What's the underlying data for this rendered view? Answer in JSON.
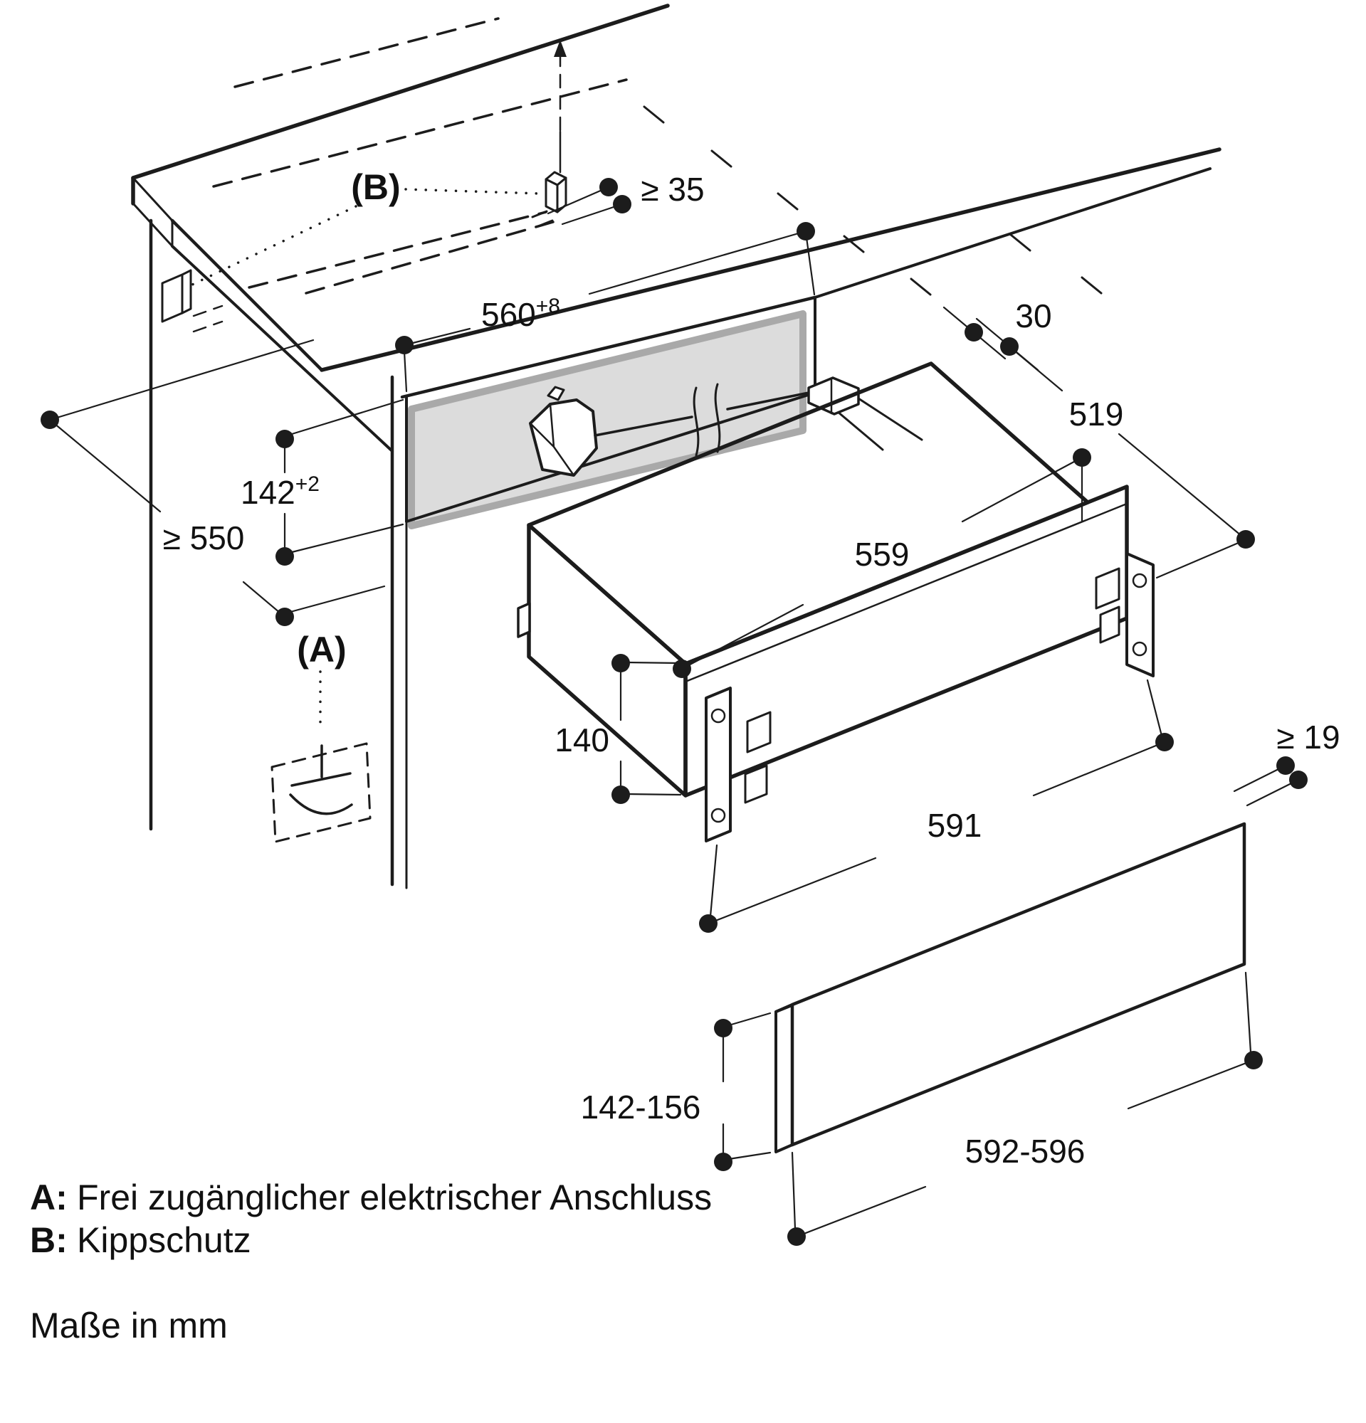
{
  "diagram": {
    "callout_a": "(A)",
    "callout_b": "(B)",
    "dims": {
      "top_clearance": "≥ 35",
      "niche_width": "560",
      "niche_width_tol": "+8",
      "right_gap": "30",
      "unit_depth": "519",
      "niche_height": "142",
      "niche_height_tol": "+2",
      "min_depth": "≥ 550",
      "unit_width": "559",
      "unit_height": "140",
      "unit_front_width": "591",
      "front_min_thickness": "≥ 19",
      "front_height": "142-156",
      "front_width": "592-596"
    },
    "legend": {
      "a_key": "A:",
      "a_text": "Frei zugänglicher elektrischer Anschluss",
      "b_key": "B:",
      "b_text": "Kippschutz"
    },
    "note": "Maße in mm",
    "colors": {
      "line": "#1c1c1c",
      "niche_panel_fill": "#dcdcdc",
      "niche_panel_border": "#a9a9a9"
    }
  }
}
